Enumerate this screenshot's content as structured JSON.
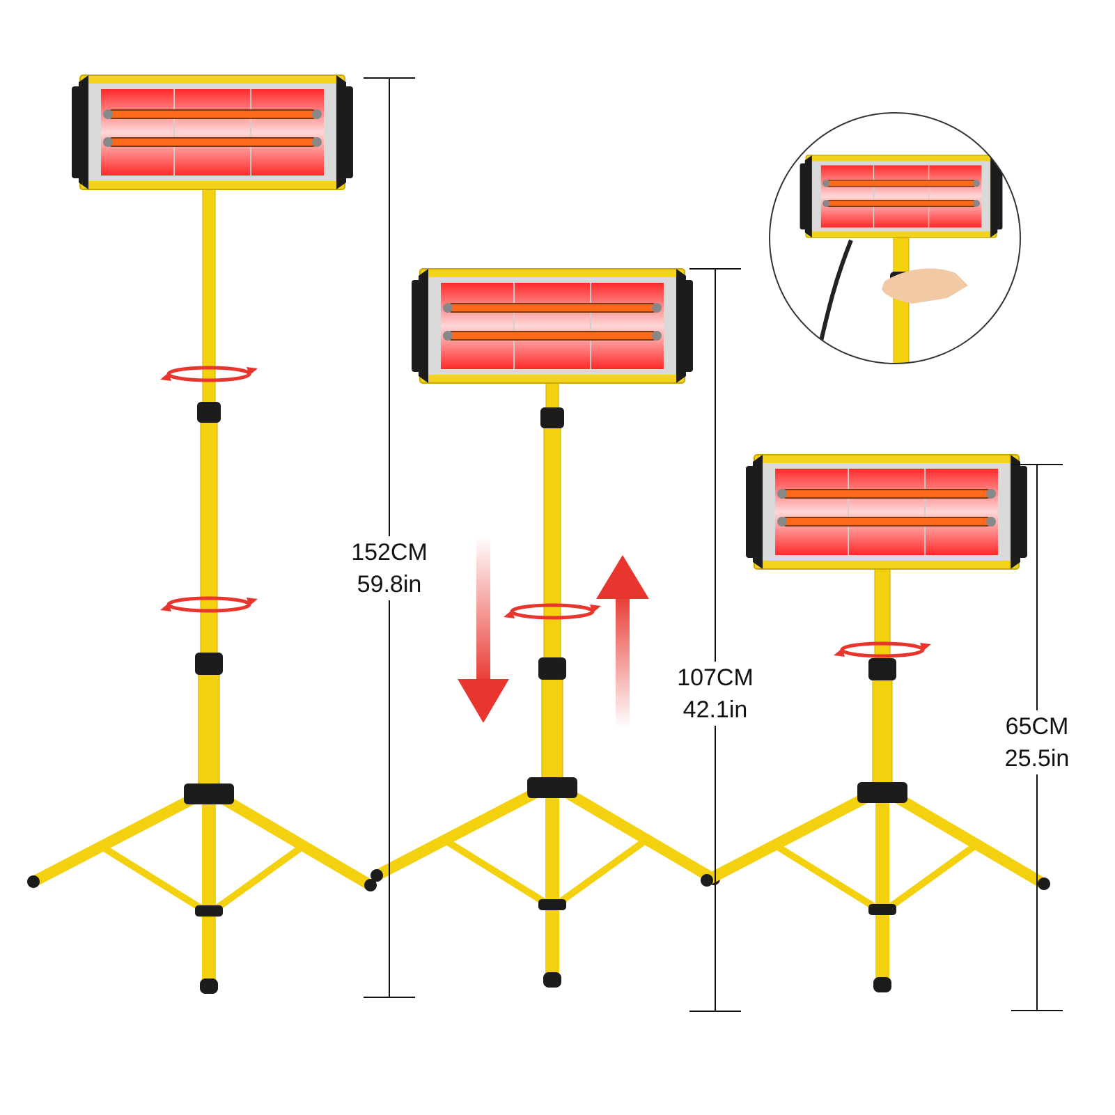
{
  "colors": {
    "frame": "#f2d21b",
    "frame_dark": "#c9a800",
    "pole": "#f4d10f",
    "black_parts": "#1c1c1c",
    "heat_red": "#ff2d2d",
    "coil_orange": "#ff6a1a",
    "arrow_red": "#e8362f",
    "dimension_line": "#111111"
  },
  "icons": [
    "rotate-arrow-icon",
    "down-arrow-icon",
    "up-arrow-icon"
  ],
  "dimensions": [
    {
      "cm": "152CM",
      "inch": "59.8in"
    },
    {
      "cm": "107CM",
      "inch": "42.1in"
    },
    {
      "cm": "65CM",
      "inch": "25.5in"
    }
  ]
}
